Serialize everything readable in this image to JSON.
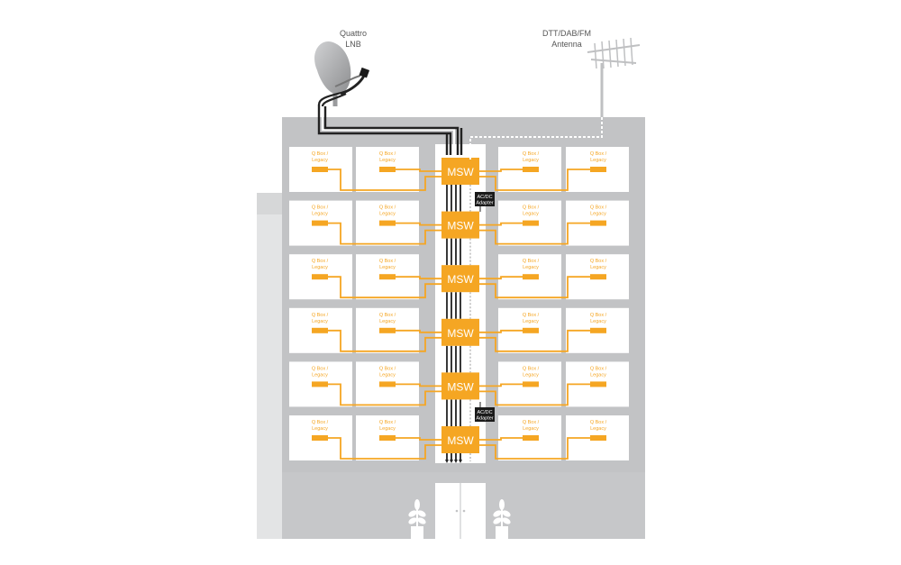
{
  "labels": {
    "lnb": [
      "Quattro",
      "LNB"
    ],
    "antenna": [
      "DTT/DAB/FM",
      "Antenna"
    ],
    "multiswitch": "MSW",
    "adapter": [
      "AC/DC",
      "Adapter"
    ],
    "box": [
      "Q Box /",
      "Legacy"
    ]
  },
  "floors": 6,
  "rooms_per_side": 2,
  "adapter_floors": [
    1,
    6
  ],
  "colors": {
    "building": "#c2c3c5",
    "room": "#ffffff",
    "accent": "#f5a623",
    "cable": "#222222",
    "adapter": "#1a1a1a",
    "dish": "#a5a6a8"
  },
  "icons": [
    "satellite-dish-icon",
    "antenna-icon",
    "plant-icon",
    "door-icon"
  ]
}
